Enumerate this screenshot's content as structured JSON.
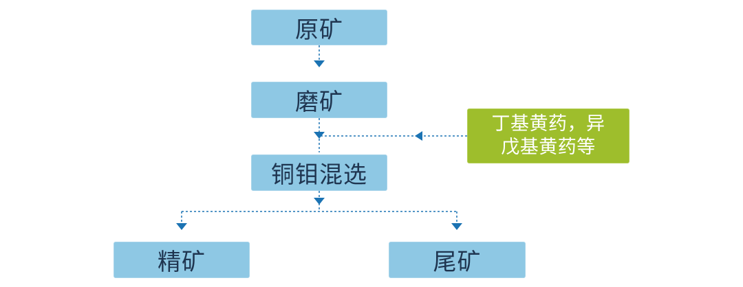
{
  "nodes": {
    "ore": "原矿",
    "grinding": "磨矿",
    "flotation": "铜钼混选",
    "concentrate": "精矿",
    "tailings": "尾矿",
    "reagents": "丁基黄药，异\n戊基黄药等"
  },
  "colors": {
    "process_box": "#8ec8e4",
    "reagent_box": "#9ebe2c",
    "connector": "#1b73b3",
    "text_dark": "#1f3550",
    "text_light": "#ffffff"
  }
}
